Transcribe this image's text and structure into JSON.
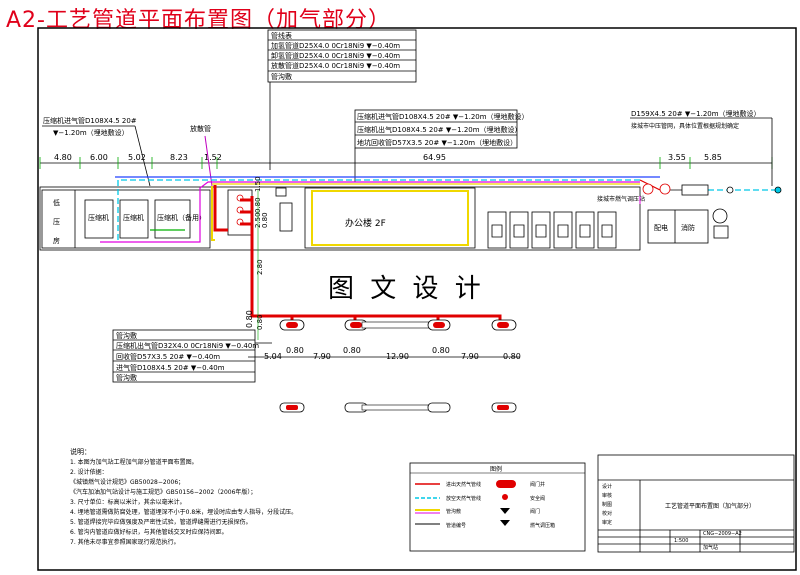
{
  "title": "A2-工艺管道平面布置图（加气部分）",
  "colors": {
    "red": "#e00000",
    "cyan": "#00c8e6",
    "magenta": "#e000e0",
    "yellow": "#f0d800",
    "green": "#00b000",
    "blue": "#2040ff"
  },
  "labels": {
    "top_box_title": "管线表",
    "top_box_rows": [
      "加氢管道D25X4.0  0Cr18Ni9  ▼−0.40m",
      "卸氢管道D25X4.0  0Cr18Ni9  ▼−0.40m",
      "放散管道D25X4.0  0Cr18Ni9  ▼−0.40m"
    ],
    "top_box_foot": "管沟敷",
    "left_pipe": "压缩机进气管D108X4.5  20#",
    "left_pipe_elev": "▼−1.20m（埋地敷设）",
    "left_marker": "放散管",
    "mid_rows": [
      "压缩机进气管D108X4.5  20# ▼−1.20m（埋地敷设）",
      "压缩机出气D108X4.5  20# ▼−1.20m（埋地敷设）",
      "地坑回收管D57X3.5  20# ▼−1.20m（埋地敷设）"
    ],
    "right_pipe": "D159X4.5 20# ▼−1.20m（埋地敷设）",
    "right_note": "接城市中压管网，具体位置根据规划确定",
    "right_small": "接城市燃气调压站",
    "building_2f": "办公楼  2F",
    "watermark": "图 文 设 计",
    "rooms": [
      "压缩机",
      "压缩机",
      "压缩机（备用）"
    ],
    "left_side": [
      "低",
      "压",
      "房"
    ],
    "right_rooms": [
      "配电",
      "消防"
    ],
    "lower_box_title": "管沟敷",
    "lower_box_rows": [
      "压缩机出气管D32X4.0  0Cr18Ni9 ▼−0.40m",
      "回收管D57X3.5  20#  ▼−0.40m",
      "进气管D108X4.5  20#  ▼−0.40m"
    ],
    "lower_box_foot": "管沟敷",
    "dims_top": [
      "4.80",
      "6.00",
      "5.02",
      "8.23",
      "1.52",
      "64.95",
      "3.55",
      "5.85"
    ],
    "dims_bottom": [
      "5.04",
      "0.80",
      "7.90",
      "0.80",
      "12.90",
      "0.80",
      "7.90",
      "0.80"
    ],
    "dims_vert": [
      "1.50",
      "0.80",
      "2.50",
      "0.80",
      "2.80",
      "0.80"
    ],
    "dims_bottom_left": "0.80",
    "notes_title": "说明：",
    "notes": [
      "1. 本图为加气站工程加气部分管道平面布置图。",
      "2. 设计依据：",
      "   《城镇燃气设计规范》GB50028−2006；",
      "   《汽车加油加气站设计与施工规范》GB50156−2002（2006年版）；",
      "3. 尺寸单位：标高以米计，其余以毫米计。",
      "4. 埋地管道需做防腐处理，管道埋深不小于0.8米，埋设时应由专人指导，分段试压。",
      "5. 管道焊接完毕应做强度及严密性试验，管道焊缝需进行无损探伤。",
      "6. 管沟内管道应做好标识，与其他管线交叉时应保持间距。",
      "7. 其他未尽事宜参照国家现行规范执行。"
    ],
    "legend_title": "图例",
    "legend_items": [
      "进出天然气管线",
      "放空天然气管线",
      "管沟敷",
      "管道编号",
      "阀门井",
      "安全阀",
      "阀门",
      "燃气调压箱"
    ],
    "tb_title": "工艺管道平面布置图（加气部分）",
    "tb_left": [
      "设计",
      "审核",
      "制图",
      "校对",
      "审定"
    ],
    "tb_values": [
      "1:500",
      "CNG−2009−A2",
      "加气站"
    ]
  }
}
